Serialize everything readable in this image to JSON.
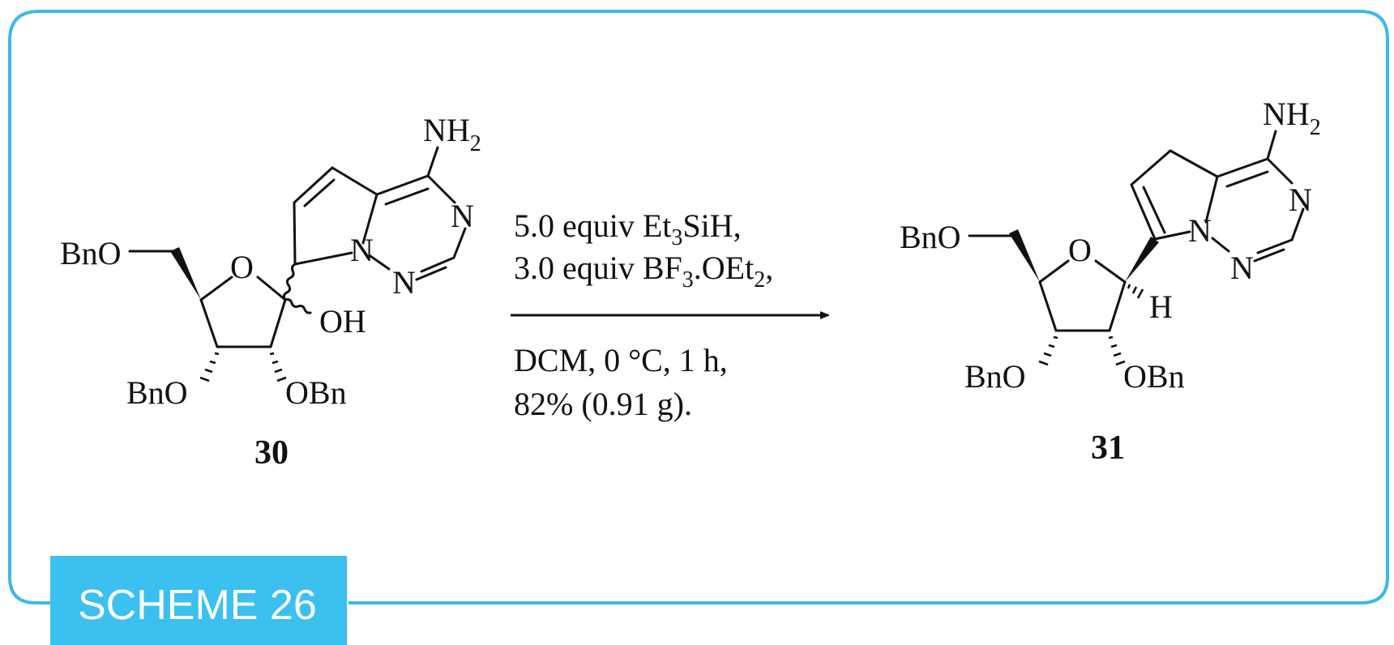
{
  "scheme": {
    "label": "SCHEME 26",
    "frame_color": "#3bb9e8",
    "tag_bg_color": "#3bc0ef",
    "tag_text_color": "#ffffff"
  },
  "compound_30": {
    "number": "30",
    "labels": {
      "bno_5": "BnO",
      "ring_o": "O",
      "oh": "OH",
      "bno_3": "BnO",
      "obn_2": "OBn",
      "n1": "N",
      "n2": "N",
      "n3": "N",
      "nh2": "NH",
      "nh2_sub": "2"
    }
  },
  "compound_31": {
    "number": "31",
    "labels": {
      "bno_5": "BnO",
      "ring_o": "O",
      "h": "H",
      "bno_3": "BnO",
      "obn_2": "OBn",
      "n1": "N",
      "n2": "N",
      "n3": "N",
      "nh2": "NH",
      "nh2_sub": "2"
    }
  },
  "conditions": {
    "line1": {
      "pre": "5.0 equiv Et",
      "sub": "3",
      "post": "SiH,"
    },
    "line2": {
      "pre": "3.0 equiv BF",
      "sub1": "3",
      "mid": ".OEt",
      "sub2": "2",
      "post": ","
    },
    "line3": "DCM, 0 °C, 1 h,",
    "line4": "82% (0.91 g)."
  }
}
